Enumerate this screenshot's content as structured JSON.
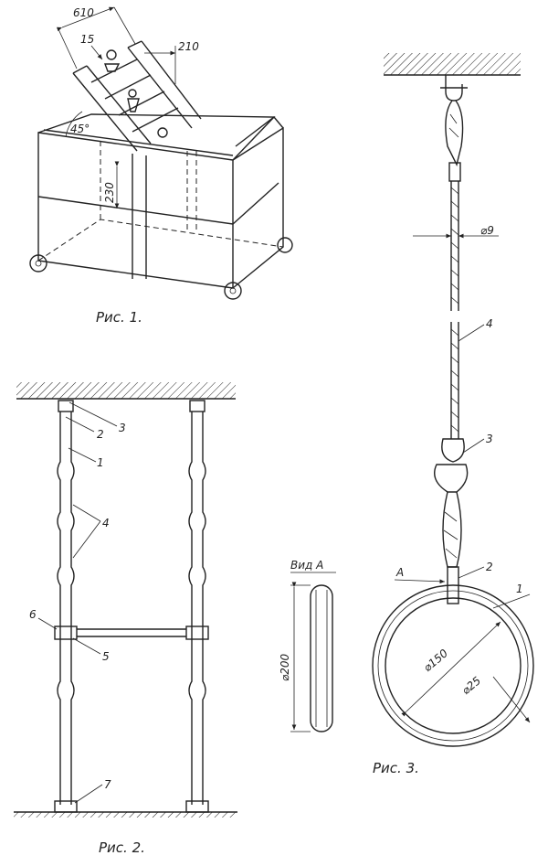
{
  "fig1": {
    "dim_width": "610",
    "dim_offset": "210",
    "dim_small": "15",
    "dim_height": "230",
    "angle": "45°",
    "caption": "Рис. 1."
  },
  "fig2": {
    "labels": [
      "1",
      "2",
      "3",
      "4",
      "5",
      "6",
      "7"
    ],
    "caption": "Рис. 2."
  },
  "viewA": {
    "title": "Вид А",
    "diameter": "⌀200"
  },
  "fig3": {
    "rope_diameter": "⌀9",
    "ring_inner": "⌀150",
    "ring_section": "⌀25",
    "arrow_label": "А",
    "labels": [
      "1",
      "2",
      "3",
      "4"
    ],
    "caption": "Рис. 3."
  }
}
